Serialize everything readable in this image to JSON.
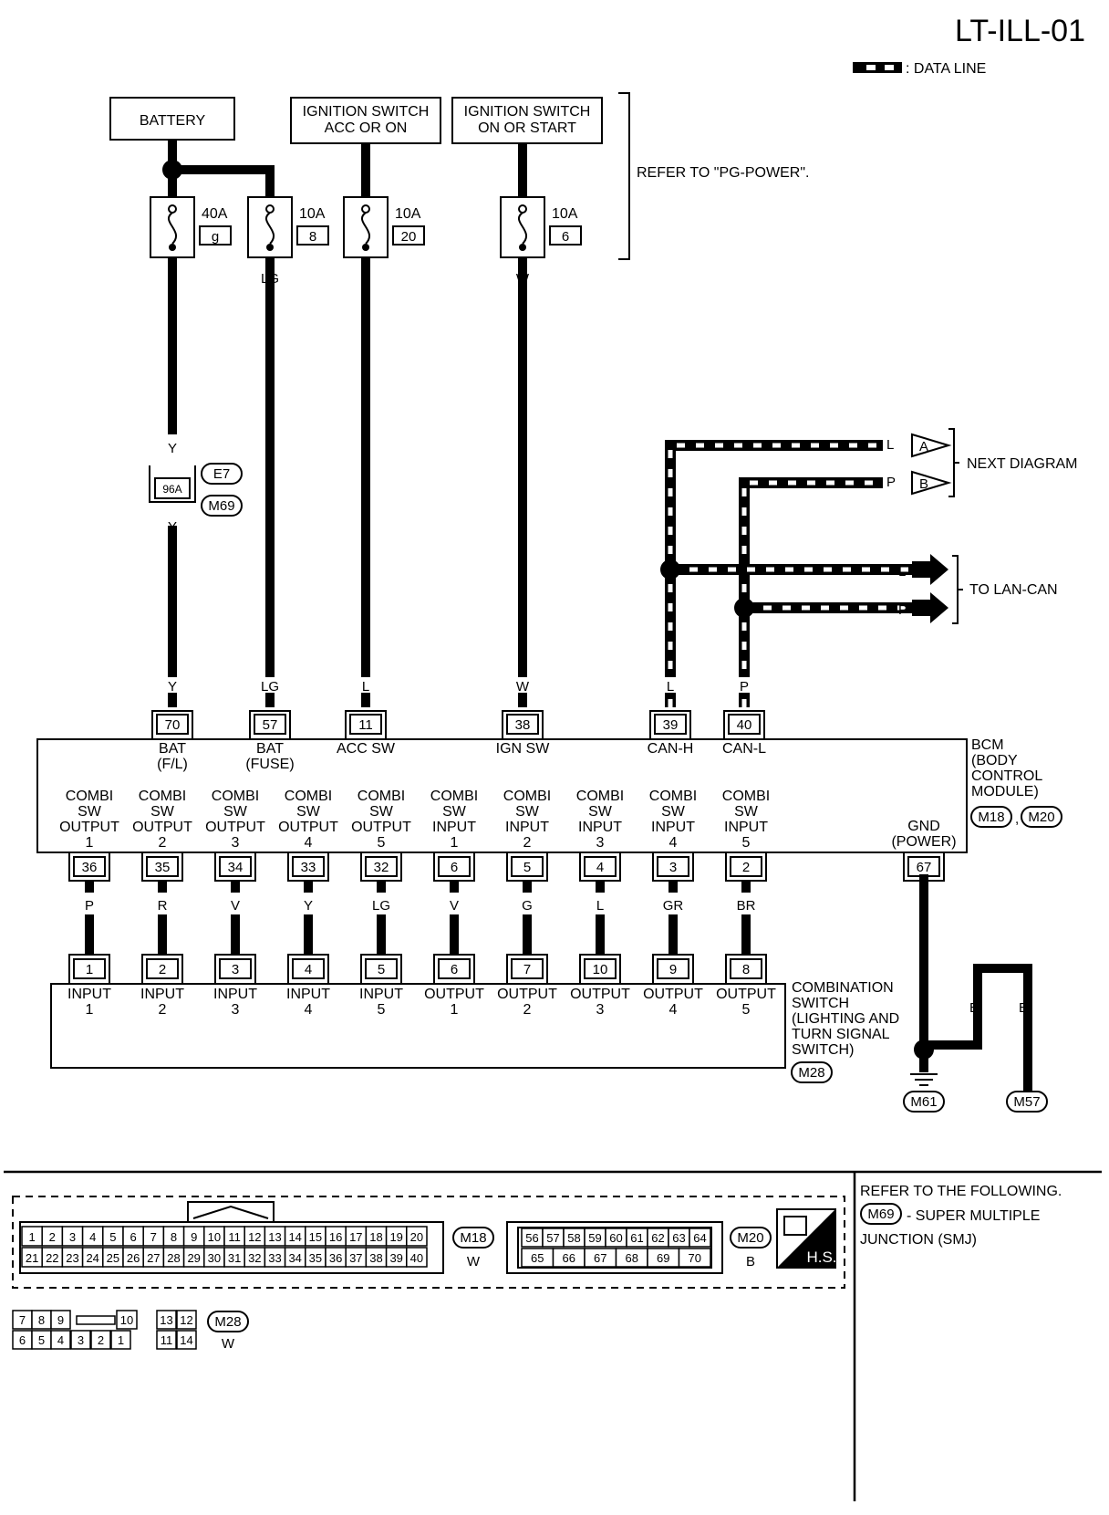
{
  "page_code": "LT-ILL-01",
  "legend": {
    "data_line_label": ": DATA LINE"
  },
  "sources": [
    {
      "label": "BATTERY"
    },
    {
      "line1": "IGNITION SWITCH",
      "line2": "ACC OR ON"
    },
    {
      "line1": "IGNITION SWITCH",
      "line2": "ON OR START"
    }
  ],
  "refer_power": "REFER TO \"PG-POWER\".",
  "fuses": [
    {
      "amps": "40A",
      "id": "g",
      "wire": "Y"
    },
    {
      "amps": "10A",
      "id": "8",
      "wire": "LG"
    },
    {
      "amps": "10A",
      "id": "20",
      "wire": "L"
    },
    {
      "amps": "10A",
      "id": "6",
      "wire": "W"
    }
  ],
  "joint": {
    "wire_top": "Y",
    "terminal": "96A",
    "wire_bottom": "Y",
    "conn_a": "E7",
    "conn_b": "M69"
  },
  "can": {
    "next_diagram": "NEXT DIAGRAM",
    "to_lan_can": "TO LAN-CAN",
    "wire_l": "L",
    "wire_p": "P",
    "ref_a": "A",
    "ref_b": "B"
  },
  "bcm": {
    "name": [
      "BCM",
      "(BODY",
      "CONTROL",
      "MODULE)"
    ],
    "conn_a": "M18",
    "conn_b": "M20",
    "top_pins": [
      {
        "wire": "Y",
        "pin": "70",
        "label1": "BAT",
        "label2": "(F/L)"
      },
      {
        "wire": "LG",
        "pin": "57",
        "label1": "BAT",
        "label2": "(FUSE)"
      },
      {
        "wire": "L",
        "pin": "11",
        "label1": "ACC SW",
        "label2": ""
      },
      {
        "wire": "W",
        "pin": "38",
        "label1": "IGN SW",
        "label2": ""
      },
      {
        "wire": "L",
        "pin": "39",
        "label1": "CAN-H",
        "label2": ""
      },
      {
        "wire": "P",
        "pin": "40",
        "label1": "CAN-L",
        "label2": ""
      }
    ],
    "bottom_pins": [
      {
        "l1": "COMBI",
        "l2": "SW",
        "l3": "OUTPUT",
        "l4": "1",
        "pin": "36",
        "wire": "P"
      },
      {
        "l1": "COMBI",
        "l2": "SW",
        "l3": "OUTPUT",
        "l4": "2",
        "pin": "35",
        "wire": "R"
      },
      {
        "l1": "COMBI",
        "l2": "SW",
        "l3": "OUTPUT",
        "l4": "3",
        "pin": "34",
        "wire": "V"
      },
      {
        "l1": "COMBI",
        "l2": "SW",
        "l3": "OUTPUT",
        "l4": "4",
        "pin": "33",
        "wire": "Y"
      },
      {
        "l1": "COMBI",
        "l2": "SW",
        "l3": "OUTPUT",
        "l4": "5",
        "pin": "32",
        "wire": "LG"
      },
      {
        "l1": "COMBI",
        "l2": "SW",
        "l3": "INPUT",
        "l4": "1",
        "pin": "6",
        "wire": "V"
      },
      {
        "l1": "COMBI",
        "l2": "SW",
        "l3": "INPUT",
        "l4": "2",
        "pin": "5",
        "wire": "G"
      },
      {
        "l1": "COMBI",
        "l2": "SW",
        "l3": "INPUT",
        "l4": "3",
        "pin": "4",
        "wire": "L"
      },
      {
        "l1": "COMBI",
        "l2": "SW",
        "l3": "INPUT",
        "l4": "4",
        "pin": "3",
        "wire": "GR"
      },
      {
        "l1": "COMBI",
        "l2": "SW",
        "l3": "INPUT",
        "l4": "5",
        "pin": "2",
        "wire": "BR"
      }
    ],
    "gnd": {
      "l1": "GND",
      "l2": "(POWER)",
      "pin": "67",
      "wire": "B"
    }
  },
  "combi_switch": {
    "name": [
      "COMBINATION",
      "SWITCH",
      "(LIGHTING AND",
      "TURN SIGNAL",
      "SWITCH)"
    ],
    "conn": "M28",
    "pins": [
      {
        "pin": "1",
        "l1": "INPUT",
        "l2": "1"
      },
      {
        "pin": "2",
        "l1": "INPUT",
        "l2": "2"
      },
      {
        "pin": "3",
        "l1": "INPUT",
        "l2": "3"
      },
      {
        "pin": "4",
        "l1": "INPUT",
        "l2": "4"
      },
      {
        "pin": "5",
        "l1": "INPUT",
        "l2": "5"
      },
      {
        "pin": "6",
        "l1": "OUTPUT",
        "l2": "1"
      },
      {
        "pin": "7",
        "l1": "OUTPUT",
        "l2": "2"
      },
      {
        "pin": "10",
        "l1": "OUTPUT",
        "l2": "3"
      },
      {
        "pin": "9",
        "l1": "OUTPUT",
        "l2": "4"
      },
      {
        "pin": "8",
        "l1": "OUTPUT",
        "l2": "5"
      }
    ]
  },
  "ground": {
    "wire": "B",
    "wire_a": "B",
    "wire_b": "B",
    "g1": "M61",
    "g2": "M57"
  },
  "connectors": {
    "m18": {
      "id": "M18",
      "color": "W",
      "row1": [
        "1",
        "2",
        "3",
        "4",
        "5",
        "6",
        "7",
        "8",
        "9",
        "10",
        "11",
        "12",
        "13",
        "14",
        "15",
        "16",
        "17",
        "18",
        "19",
        "20"
      ],
      "row2": [
        "21",
        "22",
        "23",
        "24",
        "25",
        "26",
        "27",
        "28",
        "29",
        "30",
        "31",
        "32",
        "33",
        "34",
        "35",
        "36",
        "37",
        "38",
        "39",
        "40"
      ]
    },
    "m20": {
      "id": "M20",
      "color": "B",
      "row1": [
        "56",
        "57",
        "58",
        "59",
        "60",
        "61",
        "62",
        "63",
        "64"
      ],
      "row2": [
        "65",
        "66",
        "67",
        "68",
        "69",
        "70"
      ]
    },
    "m28": {
      "id": "M28",
      "color": "W",
      "row1": [
        "7",
        "8",
        "9",
        "10",
        "13",
        "12"
      ],
      "row2": [
        "6",
        "5",
        "4",
        "3",
        "2",
        "1",
        "11",
        "14"
      ]
    },
    "hs_label": "H.S."
  },
  "refer_following": {
    "line1": "REFER TO THE FOLLOWING.",
    "conn": "M69",
    "line2": "- SUPER MULTIPLE",
    "line3": "JUNCTION (SMJ)"
  }
}
